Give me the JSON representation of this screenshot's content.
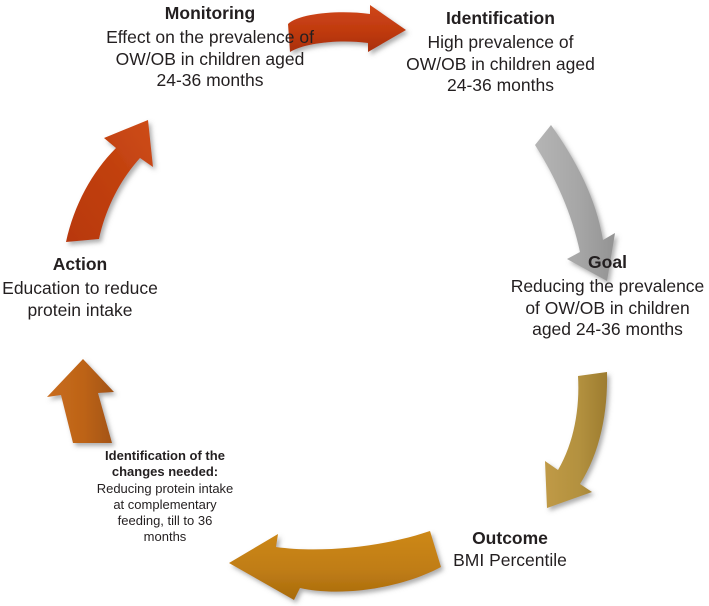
{
  "diagram": {
    "type": "cycle",
    "title": "Obesity prevention cycle",
    "background": "#ffffff",
    "text_color": "#231f20",
    "nodes": [
      {
        "id": "monitoring",
        "title": "Monitoring",
        "body": "Effect on the prevalence of OW/OB in children aged 24-36 months"
      },
      {
        "id": "identification",
        "title": "Identification",
        "body": "High prevalence of OW/OB in children aged 24-36 months"
      },
      {
        "id": "goal",
        "title": "Goal",
        "body": "Reducing the prevalence of OW/OB in children aged 24-36 months"
      },
      {
        "id": "outcome",
        "title": "Outcome",
        "body": "BMI Percentile"
      },
      {
        "id": "changes",
        "title": "Identification of the changes needed:",
        "body": " Reducing protein intake at complementary feeding, till to 36 months"
      },
      {
        "id": "action",
        "title": "Action",
        "body": "Education to reduce protein intake"
      }
    ],
    "arrows": [
      {
        "id": "monitoring-to-identification",
        "from": "monitoring",
        "to": "identification",
        "color": "#BE3A12",
        "direction": "right"
      },
      {
        "id": "identification-to-goal",
        "from": "identification",
        "to": "goal",
        "color": "#A6A6A6",
        "direction": "down-right"
      },
      {
        "id": "goal-to-outcome",
        "from": "goal",
        "to": "outcome",
        "color": "#B3913F",
        "direction": "down-left"
      },
      {
        "id": "outcome-to-changes",
        "from": "outcome",
        "to": "changes",
        "color": "#C07D14",
        "direction": "left"
      },
      {
        "id": "changes-to-action",
        "from": "changes",
        "to": "action",
        "color": "#BD6318",
        "direction": "up"
      },
      {
        "id": "action-to-monitoring",
        "from": "action",
        "to": "monitoring",
        "color": "#C1400F",
        "direction": "up-right"
      }
    ]
  }
}
